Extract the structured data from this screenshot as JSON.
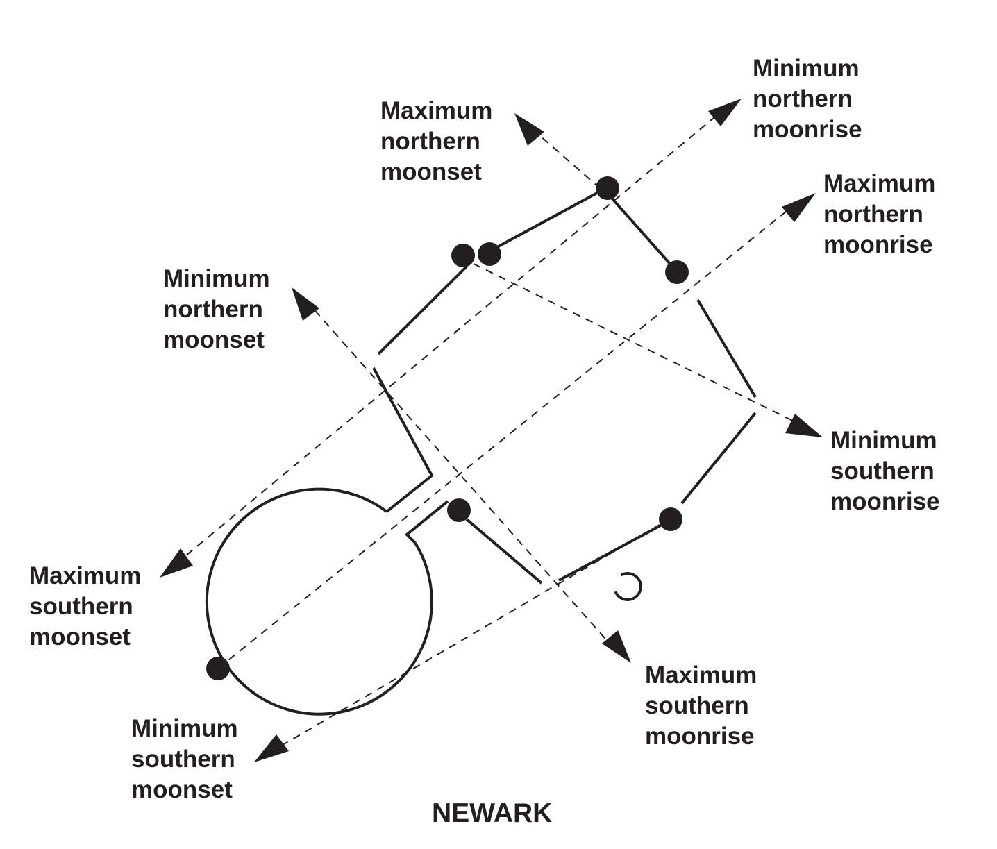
{
  "title": "NEWARK",
  "colors": {
    "ink": "#231f20",
    "background": "#ffffff"
  },
  "labels": {
    "max_northern_moonset": "Maximum\nnorthern\nmoonset",
    "min_northern_moonrise": "Minimum\nnorthern\nmoonrise",
    "max_northern_moonrise": "Maximum\nnorthern\nmoonrise",
    "min_northern_moonset": "Minimum\nnorthern\nmoonset",
    "min_southern_moonrise": "Minimum\nsouthern\nmoonrise",
    "max_southern_moonset": "Maximum\nsouthern\nmoonset",
    "max_southern_moonrise": "Maximum\nsouthern\nmoonrise",
    "min_southern_moonset": "Minimum\nsouthern\nmoonset"
  }
}
